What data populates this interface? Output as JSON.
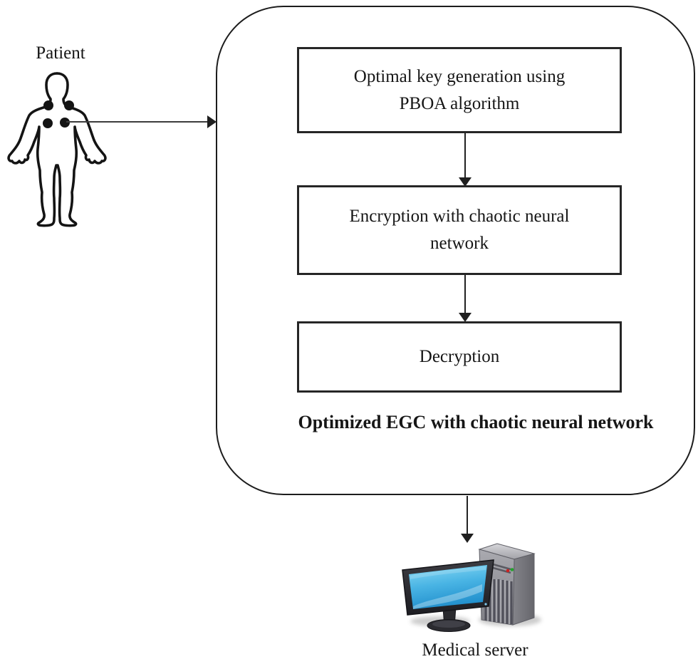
{
  "figure": {
    "patient": {
      "label": "Patient"
    },
    "pipeline": {
      "caption": "Optimized EGC with chaotic neural network",
      "steps": [
        {
          "line1": "Optimal key generation using",
          "line2": "PBOA algorithm"
        },
        {
          "line1": "Encryption with chaotic neural",
          "line2": "network"
        },
        {
          "line1": "Decryption",
          "line2": ""
        }
      ]
    },
    "server": {
      "label": "Medical server"
    },
    "colors": {
      "line": "#1f1f1f",
      "box_border": "#262626",
      "screen_blue_top": "#82d7f2",
      "screen_blue_bottom": "#2290cd",
      "tower_gray": "#96969c",
      "led_red": "#cc2222",
      "led_green": "#22a32a"
    }
  }
}
